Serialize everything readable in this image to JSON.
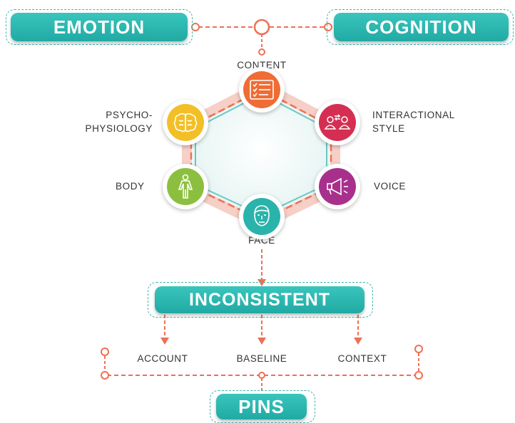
{
  "top": {
    "left_label": "EMOTION",
    "right_label": "COGNITION"
  },
  "channels": [
    {
      "label": "CONTENT",
      "icon": "checklist-icon",
      "color": "#ef6c35"
    },
    {
      "label": "INTERACTIONAL\nSTYLE",
      "icon": "conversation-icon",
      "color": "#d42f52"
    },
    {
      "label": "VOICE",
      "icon": "megaphone-icon",
      "color": "#a8308c"
    },
    {
      "label": "FACE",
      "icon": "face-icon",
      "color": "#2ab3ab"
    },
    {
      "label": "BODY",
      "icon": "body-icon",
      "color": "#8cbf3f"
    },
    {
      "label": "PSYCHO-\nPHYSIOLOGY",
      "icon": "brain-icon",
      "color": "#f2bf26"
    }
  ],
  "middle": {
    "label": "INCONSISTENT"
  },
  "criteria": [
    "ACCOUNT",
    "BASELINE",
    "CONTEXT"
  ],
  "bottom": {
    "label": "PINS"
  },
  "colors": {
    "teal": "#2ab3ab",
    "connector": "#ef6f55"
  }
}
